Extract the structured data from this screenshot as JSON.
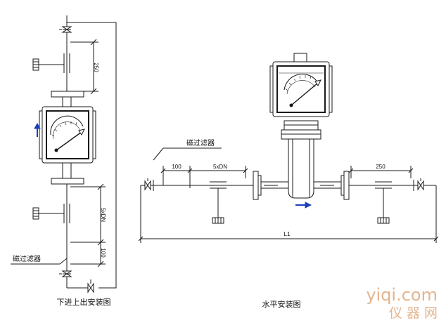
{
  "vertical_view": {
    "caption": "下进上出安装图",
    "filter_label": "磁过滤器",
    "dim_top": "250",
    "dim_5dn": "5xDN",
    "dim_100": "100"
  },
  "horizontal_view": {
    "caption": "水平安装图",
    "filter_label": "磁过滤器",
    "dim_100": "100",
    "dim_5dn": "5xDN",
    "dim_250": "250",
    "dim_total": "L1"
  },
  "watermark": {
    "line1": "yiqi.com",
    "line2": "仪  器  网"
  },
  "colors": {
    "line": "#1a1a1a",
    "flow_arrow": "#1c3fb8",
    "watermark": "#e3b58e"
  }
}
